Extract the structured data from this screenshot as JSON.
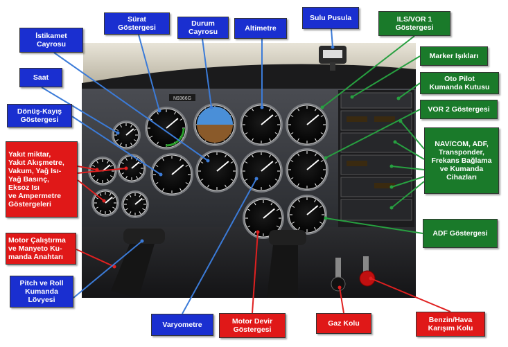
{
  "labels": {
    "surat": "Sürat\nGöstergesi",
    "durum": "Durum\nCayrosu",
    "altimetre": "Altimetre",
    "sulu_pusula": "Sulu Pusula",
    "ils_vor1": "ILS/VOR 1\nGöstergesi",
    "istikamet": "İstikamet\nCayrosu",
    "marker": "Marker Işıkları",
    "oto_pilot": "Oto Pilot\nKumanda Kutusu",
    "vor2": "VOR 2 Göstergesi",
    "saat": "Saat",
    "donus": "Dönüş-Kayış\nGöstergesi",
    "navcom": "NAV/COM, ADF,\nTransponder,\nFrekans Bağlama\nve Kumanda\nCihazları",
    "yakit": "Yakıt miktar,\nYakıt Akışmetre,\nVakum, Yağ Isı-\nYağ Basınç,\nEksoz Isı\nve Ampermetre\nGöstergeleri",
    "adf": "ADF Göstergesi",
    "motor_calistirma": "Motor Çalıştırma\nve Manyeto Ku-\nmanda Anahtarı",
    "pitch_roll": "Pitch ve Roll\nKumanda\nLövyesi",
    "varyometre": "Varyometre",
    "motor_devir": "Motor Devir\nGöstergesi",
    "gaz_kolu": "Gaz Kolu",
    "benzin_hava": "Benzin/Hava\nKarışım Kolu"
  },
  "panel_texts": {
    "registration": "N9366G"
  },
  "colors": {
    "blue_label": "#1a2fd0",
    "green_label": "#1a7a2a",
    "red_label": "#e01818",
    "panel": "#3a3c40"
  }
}
